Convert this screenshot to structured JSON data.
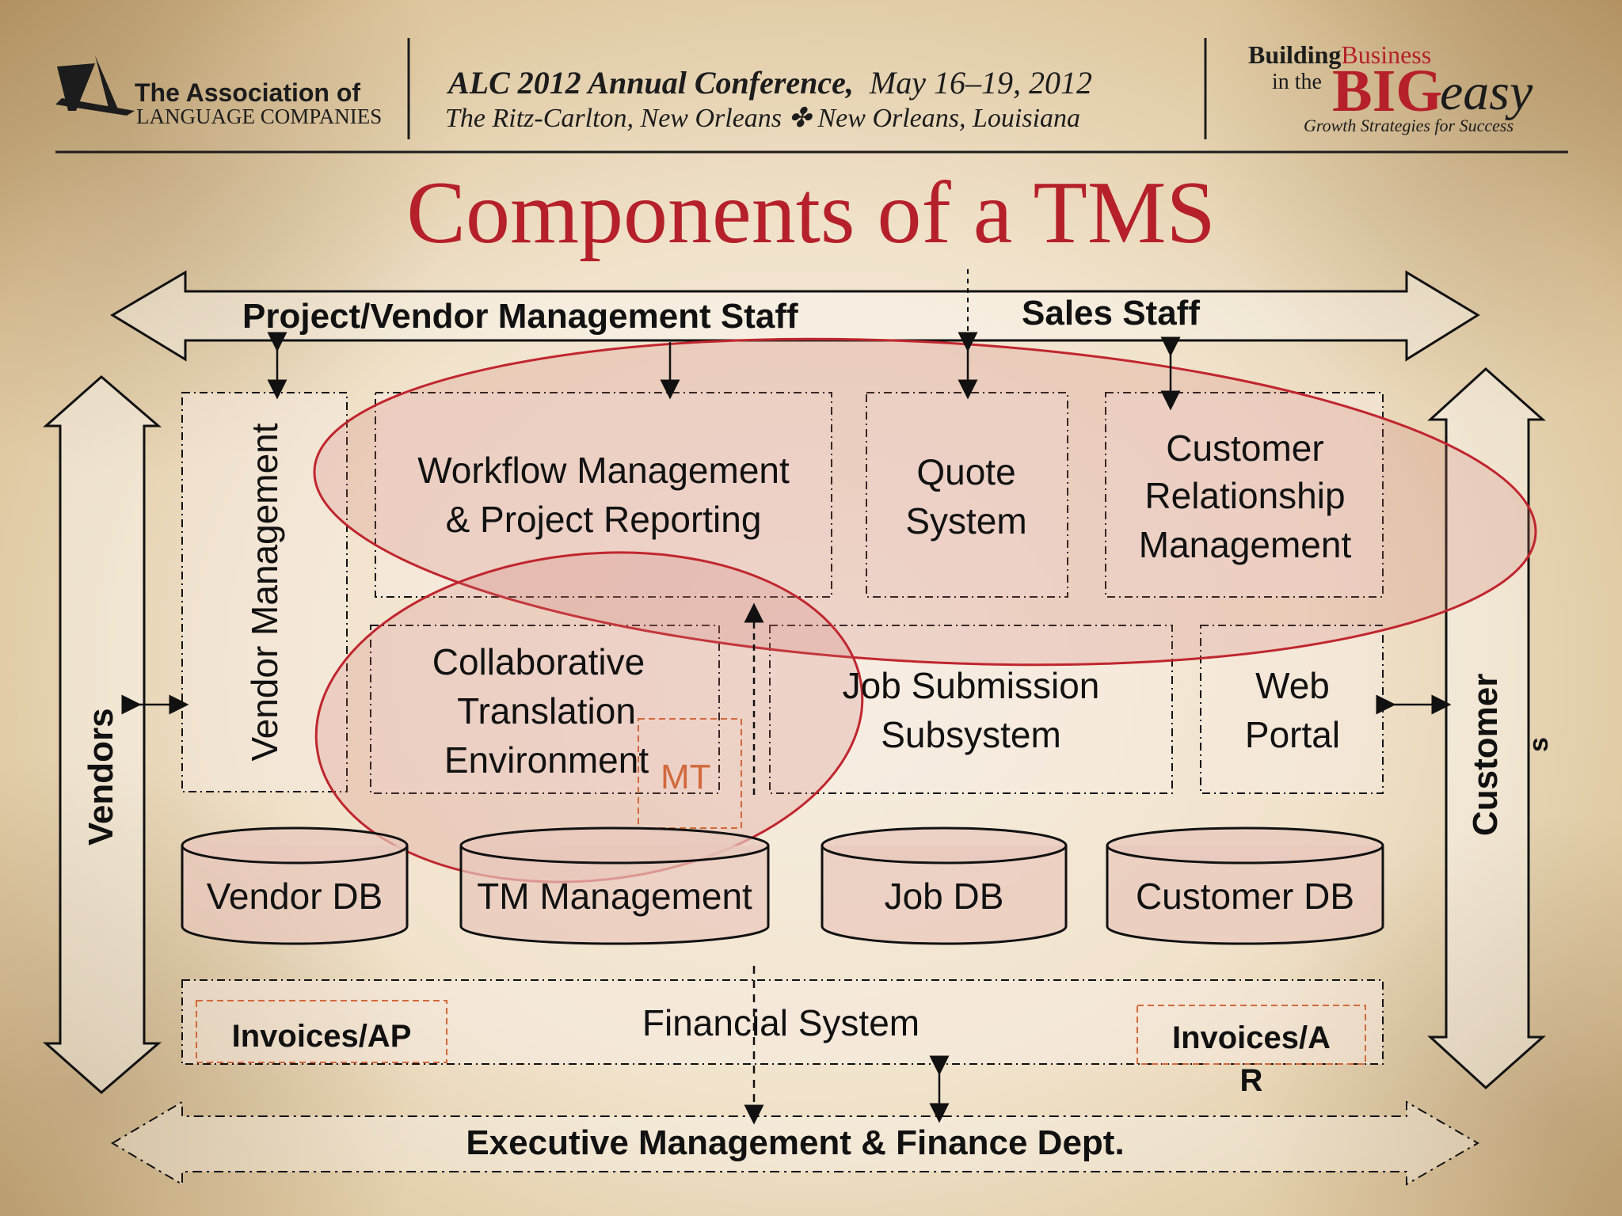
{
  "header": {
    "org_line1": "The Association of",
    "org_line2": "LANGUAGE COMPANIES",
    "conf_line1_bold": "ALC 2012 Annual Conference,",
    "conf_line1_italic": "May 16–19, 2012",
    "conf_line2": "The Ritz-Carlton, New Orleans ✤ New Orleans, Louisiana",
    "tag_building": "Building",
    "tag_business": "Business",
    "tag_inthe": "in the",
    "tag_big": "BIG",
    "tag_easy": "easy",
    "tag_sub": "Growth Strategies for Success"
  },
  "title": "Components of a TMS",
  "diagram": {
    "top_staff_left": "Project/Vendor Management Staff",
    "top_staff_right": "Sales Staff",
    "left_arrow": "Vendors",
    "right_arrow_1": "Customer",
    "right_arrow_2": "s",
    "vendor_mgmt": "Vendor Management",
    "workflow_1": "Workflow Management",
    "workflow_2": "& Project Reporting",
    "quote_1": "Quote",
    "quote_2": "System",
    "crm_1": "Customer",
    "crm_2": "Relationship",
    "crm_3": "Management",
    "cte_1": "Collaborative",
    "cte_2": "Translation",
    "cte_3": "Environment",
    "mt": "MT",
    "jobsub_1": "Job Submission",
    "jobsub_2": "Subsystem",
    "web_1": "Web",
    "web_2": "Portal",
    "db_vendor": "Vendor DB",
    "db_tm": "TM Management",
    "db_job": "Job DB",
    "db_customer": "Customer DB",
    "financial": "Financial System",
    "inv_ap": "Invoices/AP",
    "inv_ar_1": "Invoices/A",
    "inv_ar_2": "R",
    "bottom": "Executive Management & Finance Dept."
  },
  "colors": {
    "title_red": "#b5202a",
    "ellipse_red": "#c0262e",
    "ellipse_fill": "rgba(205,120,115,0.22)",
    "box_fill": "rgba(235,205,195,0.55)",
    "mt_orange": "#d2693c"
  }
}
